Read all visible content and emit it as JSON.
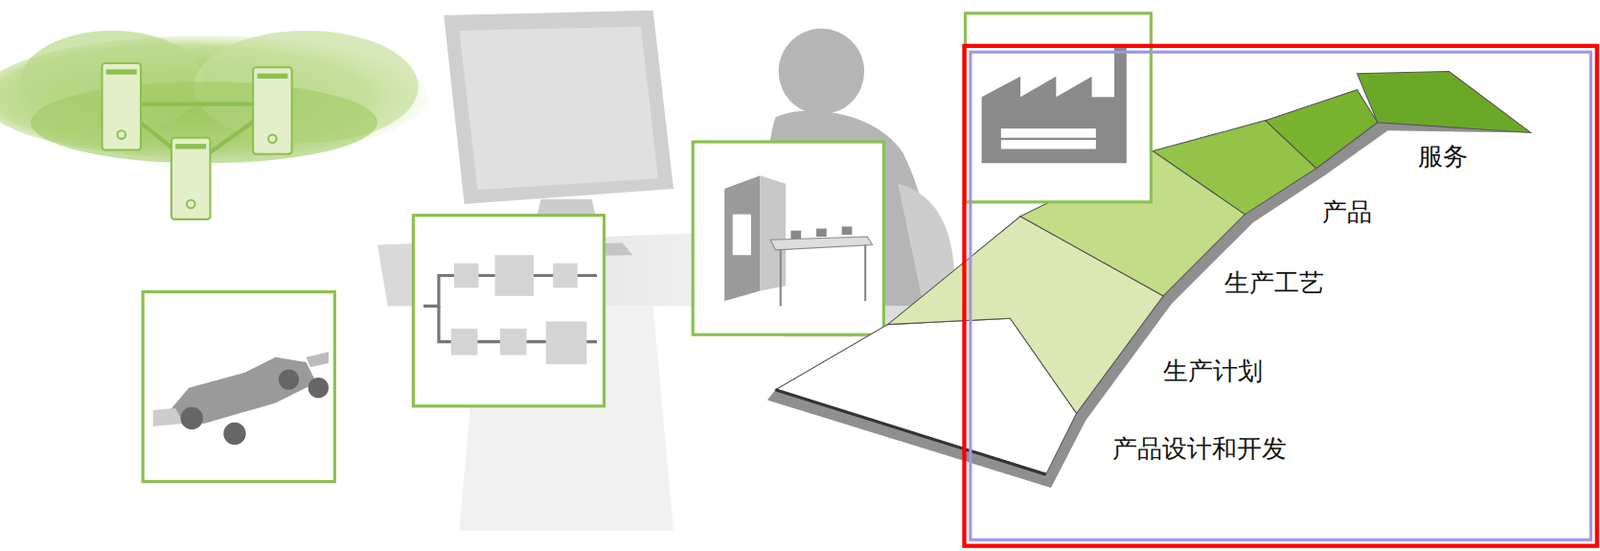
{
  "diagram": {
    "labels": [
      "服务",
      "产品",
      "生产工艺",
      "生产计划",
      "产品设计和开发"
    ]
  }
}
